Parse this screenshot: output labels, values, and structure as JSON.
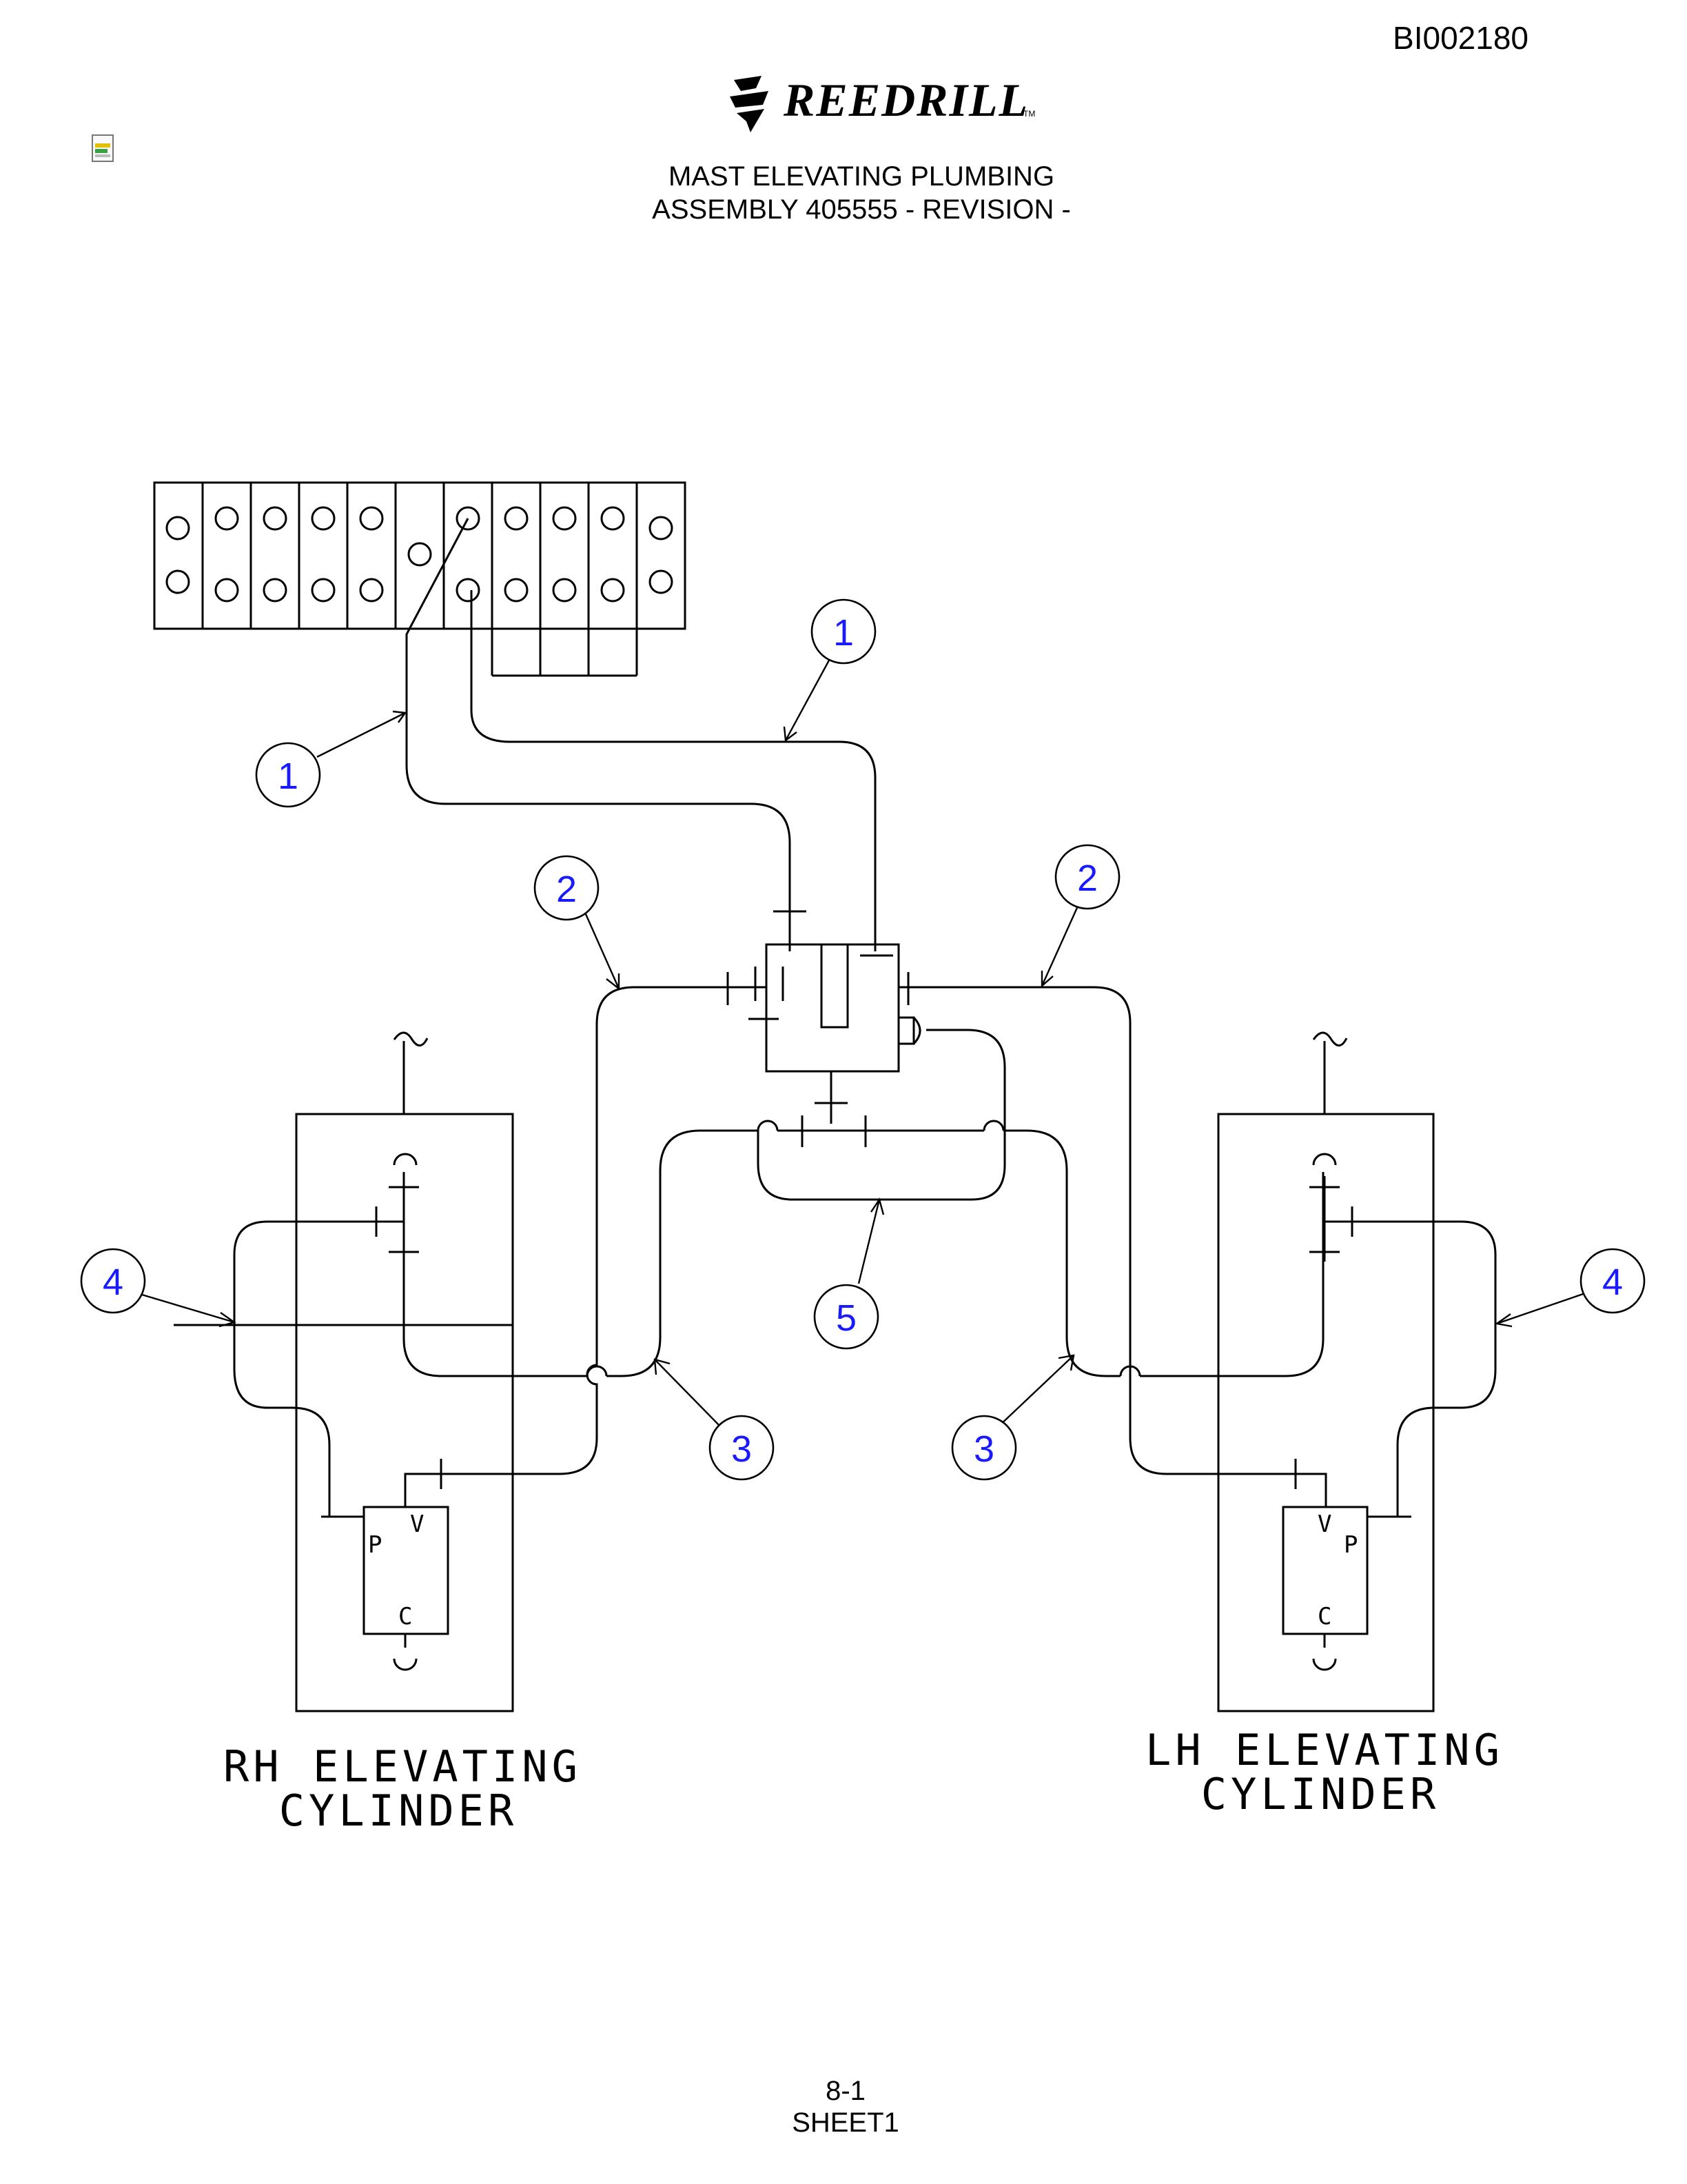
{
  "header": {
    "doc_id": "BI002180",
    "brand": "REEDRILL",
    "trademark": "TM",
    "title_line1": "MAST ELEVATING PLUMBING",
    "title_line2": "ASSEMBLY 405555 - REVISION -"
  },
  "diagram": {
    "callouts": [
      "1",
      "1",
      "2",
      "2",
      "3",
      "3",
      "4",
      "4",
      "5"
    ],
    "rh_cylinder_line1": "RH ELEVATING",
    "rh_cylinder_line2": "CYLINDER",
    "lh_cylinder_line1": "LH ELEVATING",
    "lh_cylinder_line2": "CYLINDER",
    "valve_port_v": "V",
    "valve_port_p": "P",
    "valve_port_c": "C"
  },
  "footer": {
    "page": "8-1",
    "sheet": "SHEET1"
  },
  "colors": {
    "callout_text": "#1a1aff",
    "line": "#000000"
  }
}
